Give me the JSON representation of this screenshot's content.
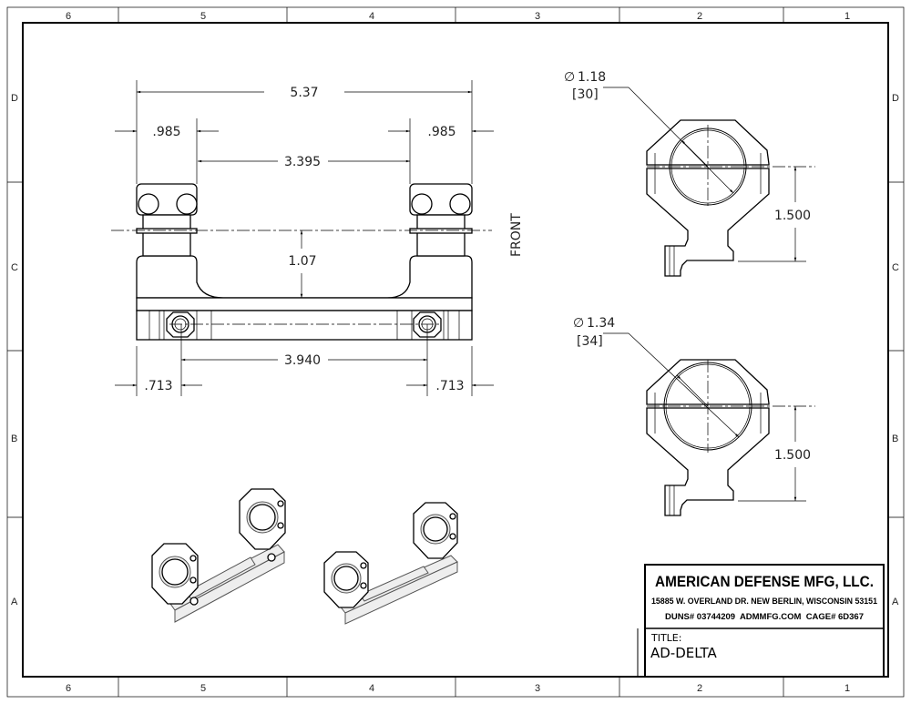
{
  "zones": {
    "columns": [
      "6",
      "5",
      "4",
      "3",
      "2",
      "1"
    ],
    "rows": [
      "D",
      "C",
      "B",
      "A"
    ]
  },
  "front_view": {
    "label": "FRONT",
    "dims": {
      "overall_length": "5.37",
      "ring_width_left": ".985",
      "ring_width_right": ".985",
      "ring_gap": "3.395",
      "height": "1.07",
      "screw_spacing": "3.940",
      "screw_offset_left": ".713",
      "screw_offset_right": ".713"
    }
  },
  "ring_views": [
    {
      "diameter": "1.18",
      "metric": "[30]",
      "height": "1.500"
    },
    {
      "diameter": "1.34",
      "metric": "[34]",
      "height": "1.500"
    }
  ],
  "diameter_symbol": "∅",
  "title_block": {
    "company": "AMERICAN DEFENSE MFG, LLC.",
    "address": "15885 W. OVERLAND DR. NEW BERLIN, WISCONSIN 53151",
    "ids": "DUNS# 03744209  ADMMFG.COM  CAGE# 6D367",
    "title_label": "TITLE:",
    "title": "AD-DELTA"
  }
}
